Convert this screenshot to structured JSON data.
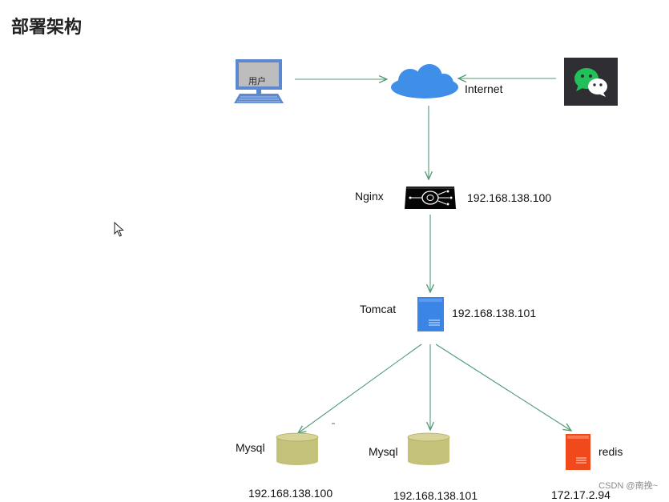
{
  "page": {
    "title": "部署架构"
  },
  "nodes": {
    "user": {
      "label": "用户"
    },
    "internet": {
      "label": "Internet"
    },
    "nginx": {
      "label": "Nginx",
      "ip": "192.168.138.100"
    },
    "tomcat": {
      "label": "Tomcat",
      "ip": "192.168.138.101"
    },
    "mysql_master": {
      "label": "Mysql",
      "ip": "192.168.138.100"
    },
    "mysql_slave": {
      "label": "Mysql",
      "ip": "192.168.138.101"
    },
    "redis": {
      "label": "redis",
      "ip": "172.17.2.94"
    }
  },
  "watermark": "CSDN @南挽~",
  "colors": {
    "edge": "#4f9a75",
    "cloud": "#3f8ee8",
    "monitor": "#5b88cf",
    "wechat_bg": "#2e2e33",
    "wechat_green": "#22c05b",
    "server_blue": "#3a85e6",
    "database": "#c4c27a",
    "redis": "#f04a1c"
  },
  "icons": [
    "user-monitor-icon",
    "cloud-icon",
    "wechat-icon",
    "nginx-router-icon",
    "tomcat-server-icon",
    "database-icon",
    "redis-server-icon",
    "mouse-cursor-icon"
  ]
}
